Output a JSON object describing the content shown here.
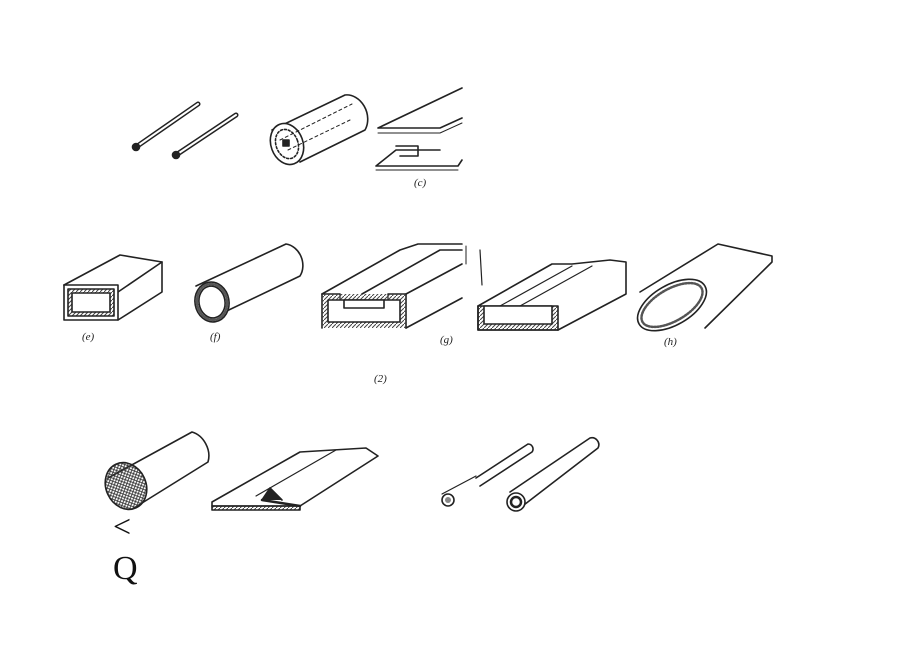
{
  "labels": {
    "c": "(c)",
    "e": "(e)",
    "f": "(f)",
    "g": "(g)",
    "h": "(h)",
    "fig": "(2)"
  },
  "glyphs": {
    "lt": "<",
    "q": "Q"
  },
  "colors": {
    "ink": "#222222",
    "hatch": "#555555",
    "background": "#ffffff"
  }
}
